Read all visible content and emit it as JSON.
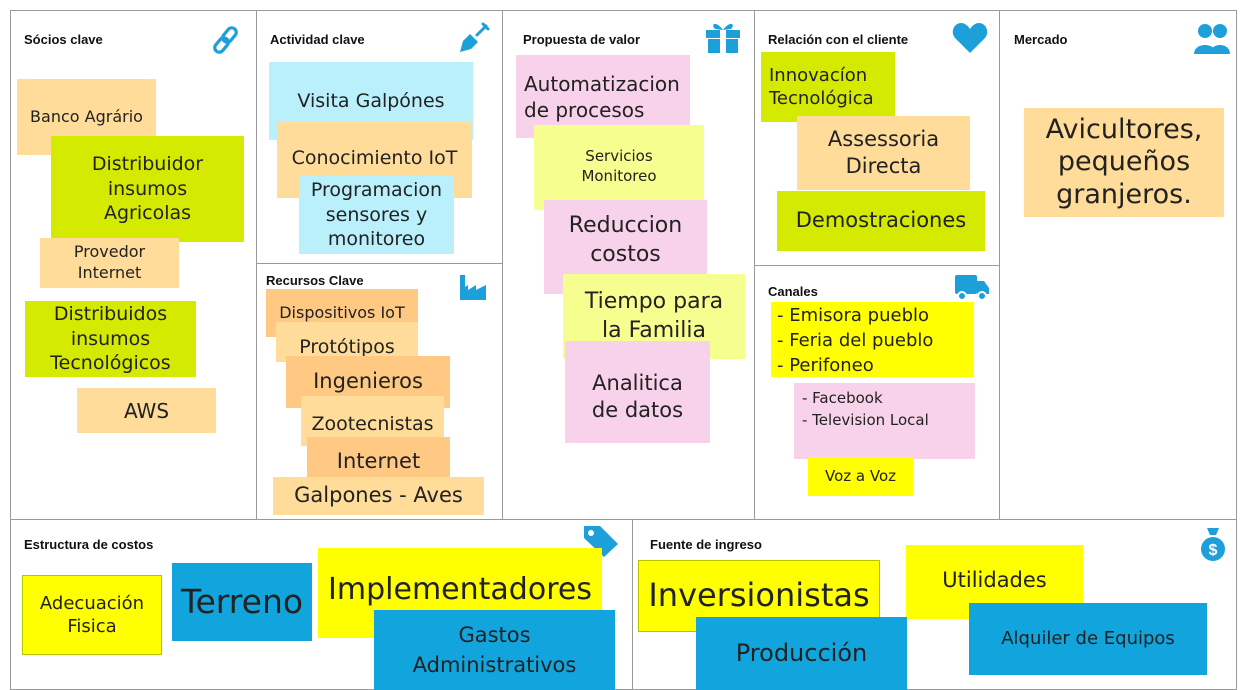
{
  "colors": {
    "yellow": "#ffff00",
    "lime": "#d4ea00",
    "orange_light": "#ffdc9a",
    "orange": "#ffc983",
    "pink": "#f8d2ea",
    "pale_yellow": "#f6fe8f",
    "cyan": "#b9f0fb",
    "blue": "#12a4dc",
    "icon_blue": "#1da0da"
  },
  "sections": {
    "socios": {
      "title": "Sócios clave",
      "icon": "link-icon",
      "notes": [
        "Banco Agrário",
        "Distribuidor\ninsumos\nAgricolas",
        "Provedor\nInternet",
        "Distribuidos\ninsumos\nTecnológicos",
        "AWS"
      ]
    },
    "actividad": {
      "title": "Actividad clave",
      "icon": "shovel-icon",
      "notes": [
        "Visita Galpónes",
        "Conocimiento IoT",
        "Programacion\nsensores y\nmonitoreo"
      ]
    },
    "recursos": {
      "title": "Recursos Clave",
      "icon": "factory-icon",
      "notes": [
        "Dispositivos IoT",
        "Protótipos",
        "Ingenieros",
        "Zootecnistas",
        "Internet",
        "Galpones - Aves"
      ]
    },
    "propuesta": {
      "title": "Propuesta de valor",
      "icon": "gift-icon",
      "notes": [
        "Automatizacion\nde procesos",
        "Servicios\nMonitoreo",
        "Reduccion\ncostos",
        "Tiempo para\nla Familia",
        "Analitica\nde datos"
      ]
    },
    "relacion": {
      "title": "Relación con el cliente",
      "icon": "heart-icon",
      "notes": [
        "Innovacíon\nTecnológica",
        "Assessoria\nDirecta",
        "Demostraciones"
      ]
    },
    "canales": {
      "title": "Canales",
      "icon": "truck-icon",
      "list_a": [
        "-  Emisora pueblo",
        "-  Feria del pueblo",
        "-  Perifoneo"
      ],
      "list_b": [
        "-  Facebook",
        "-  Television Local"
      ],
      "note": "Voz a Voz"
    },
    "mercado": {
      "title": "Mercado",
      "icon": "users-icon",
      "notes": [
        "Avicultores,\npequeños\ngranjeros."
      ]
    },
    "costos": {
      "title": "Estructura de costos",
      "icon": "tags-icon",
      "notes": [
        "Adecuación\nFisica",
        "Terreno",
        "Implementadores",
        "Gastos\nAdministrativos"
      ]
    },
    "ingreso": {
      "title": "Fuente de ingreso",
      "icon": "money-bag-icon",
      "notes": [
        "Inversionistas",
        "Utilidades",
        "Producción",
        "Alquiler de Equipos"
      ]
    }
  }
}
